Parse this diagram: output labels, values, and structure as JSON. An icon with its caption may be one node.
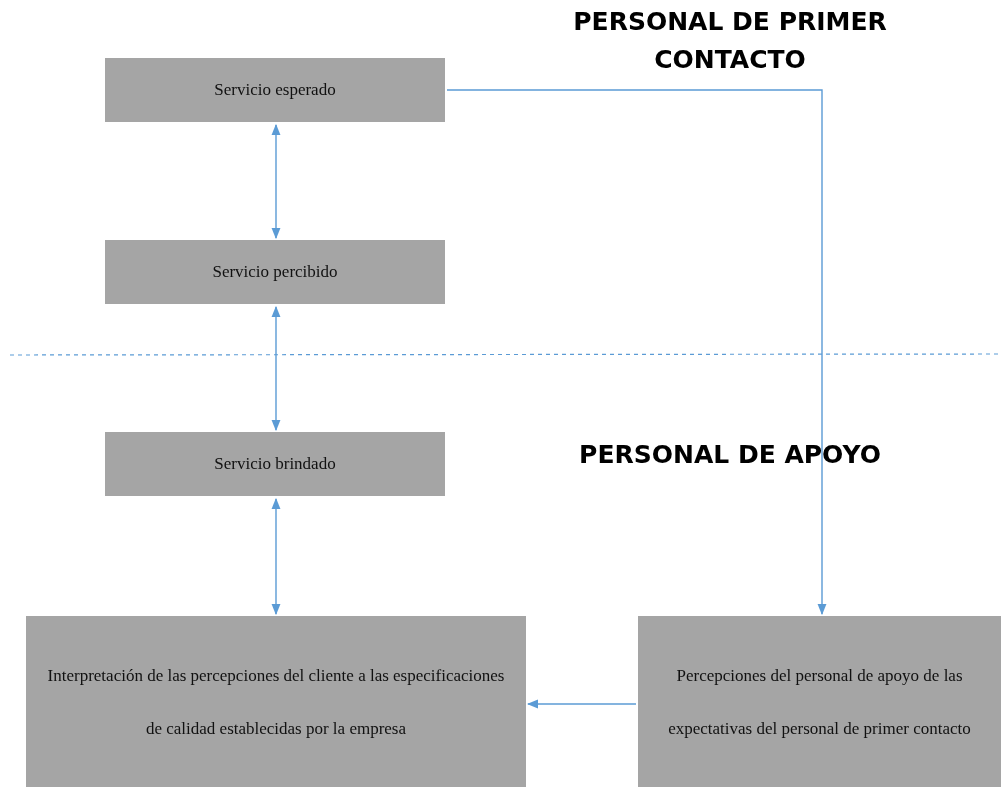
{
  "diagram": {
    "nodes": [
      {
        "text": [
          "Servicio esperado"
        ]
      },
      {
        "text": [
          "Servicio percibido"
        ]
      },
      {
        "text": [
          "Servicio brindado"
        ]
      },
      {
        "text": [
          "Interpretación de las percepciones del cliente a las especificaciones de calidad establecidas por la empresa"
        ]
      },
      {
        "text": [
          "Percepciones del personal de apoyo de las expectativas del personal de primer contacto"
        ]
      }
    ],
    "edges": [
      {
        "from": 0,
        "to": 1,
        "arrow": "both"
      },
      {
        "from": 1,
        "to": 2,
        "arrow": "both"
      },
      {
        "from": 2,
        "to": 3,
        "arrow": "both"
      },
      {
        "from": 0,
        "to": 4,
        "arrow": "to"
      },
      {
        "from": 4,
        "to": 3,
        "arrow": "to"
      }
    ],
    "labels": [
      "PERSONAL DE PRIMER CONTACTO",
      "PERSONAL DE APOYO"
    ]
  }
}
